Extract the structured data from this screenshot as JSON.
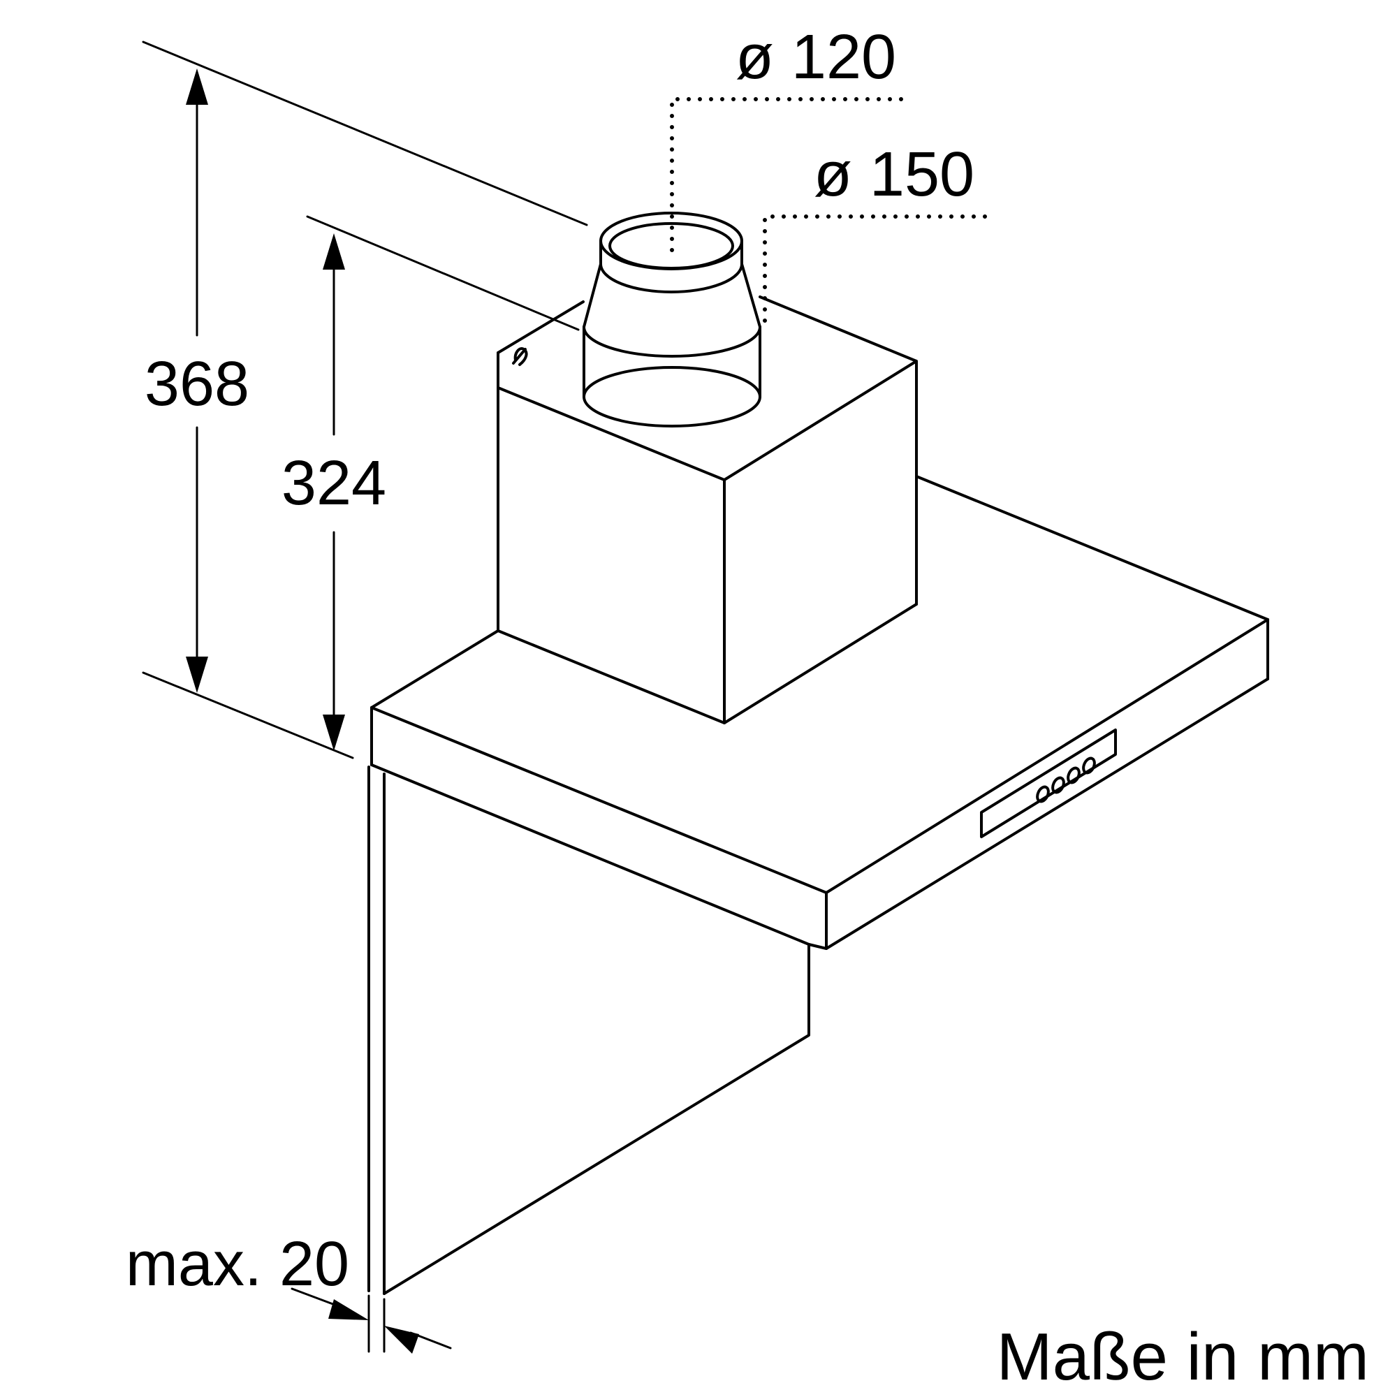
{
  "labels": {
    "dim_duct_inner": "ø 120",
    "dim_duct_outer": "ø 150",
    "dim_height_total": "368",
    "dim_height_chimney": "324",
    "dim_max_gap": "max. 20",
    "unit_note": "Maße in mm"
  },
  "colors": {
    "line": "#000000",
    "background": "#ffffff"
  }
}
